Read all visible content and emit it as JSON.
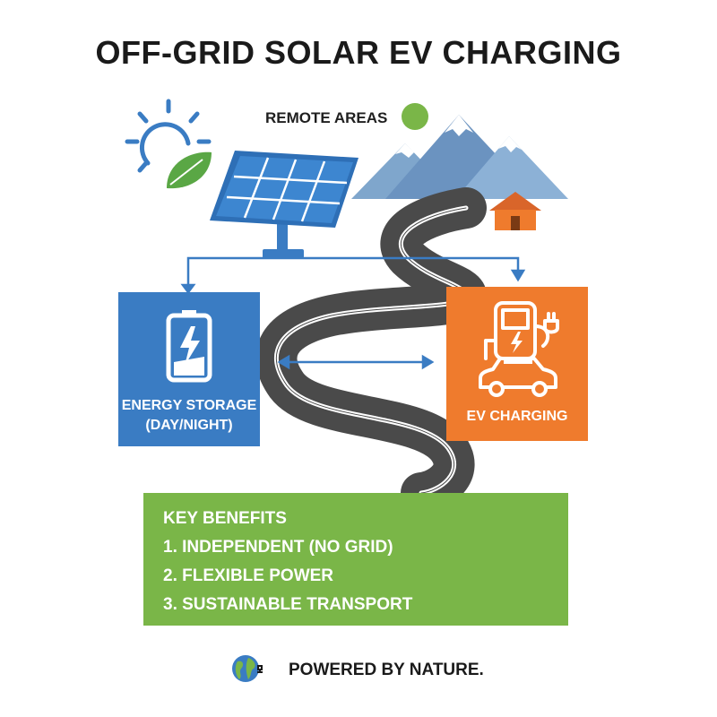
{
  "title": "OFF-GRID SOLAR EV CHARGING",
  "remote_label": "REMOTE AREAS",
  "storage": {
    "line1": "ENERGY STORAGE",
    "line2": "(DAY/NIGHT)"
  },
  "ev": {
    "label": "EV CHARGING"
  },
  "benefits": {
    "heading": "KEY BENEFITS",
    "items": [
      "1. INDEPENDENT (NO GRID)",
      "2. FLEXIBLE POWER",
      "3. SUSTAINABLE TRANSPORT"
    ]
  },
  "footer": "POWERED BY NATURE.",
  "colors": {
    "blue": "#3a7cc3",
    "orange": "#ef7b2d",
    "green": "#7ab648",
    "road": "#4a4a4a",
    "mountain": "#7fa6cc"
  },
  "icons": [
    "sun-icon",
    "leaf-icon",
    "solar-panel-icon",
    "mountains-icon",
    "house-icon",
    "battery-icon",
    "ev-charger-icon",
    "car-icon",
    "globe-plug-icon"
  ]
}
